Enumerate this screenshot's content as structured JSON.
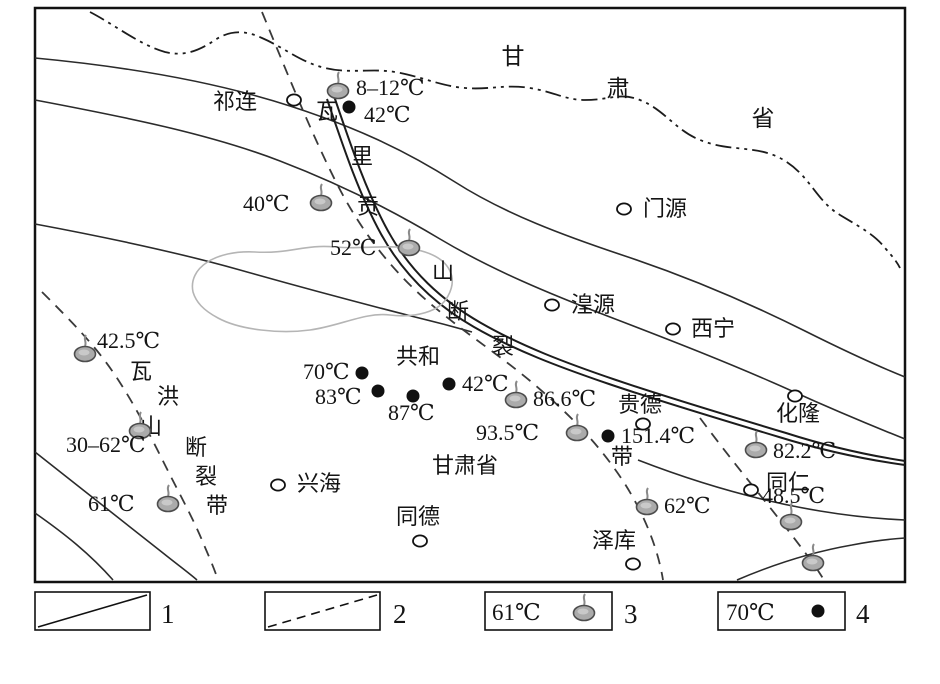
{
  "map": {
    "province": {
      "name": "甘肃省",
      "chars": [
        "甘",
        "肃",
        "省"
      ]
    },
    "region_label": "甘肃省",
    "faults": {
      "ne": {
        "name": "瓦里贡山断裂带",
        "chars": [
          "瓦",
          "里",
          "贡",
          "山",
          "断",
          "裂",
          "带"
        ]
      },
      "sw": {
        "name": "瓦洪山断裂带",
        "chars": [
          "瓦",
          "洪",
          "山",
          "断",
          "裂",
          "带"
        ]
      }
    },
    "cities": [
      {
        "name": "祁连"
      },
      {
        "name": "门源"
      },
      {
        "name": "湟源"
      },
      {
        "name": "西宁"
      },
      {
        "name": "贵德"
      },
      {
        "name": "化隆"
      },
      {
        "name": "共和"
      },
      {
        "name": "兴海"
      },
      {
        "name": "同德"
      },
      {
        "name": "泽库"
      },
      {
        "name": "同仁"
      }
    ],
    "hot_springs": [
      {
        "temp": "8–12℃"
      },
      {
        "temp": "40℃"
      },
      {
        "temp": "52℃"
      },
      {
        "temp": "42.5℃"
      },
      {
        "temp": "30–62℃"
      },
      {
        "temp": "61℃"
      },
      {
        "temp": "86.6℃"
      },
      {
        "temp": "93.5℃"
      },
      {
        "temp": "82.2℃"
      },
      {
        "temp": "62℃"
      },
      {
        "temp": "48.5℃"
      }
    ],
    "wells": [
      {
        "temp": "42℃"
      },
      {
        "temp": "70℃"
      },
      {
        "temp": "83℃"
      },
      {
        "temp": "87℃"
      },
      {
        "temp": "42℃"
      },
      {
        "temp": "151.4℃"
      }
    ],
    "colors": {
      "spring_fill": "#ababab",
      "well_fill": "#111111",
      "lake_outline": "#b5b5b5",
      "line": "#222222"
    }
  },
  "legend": {
    "items": [
      {
        "num": "1",
        "symbol": "boundary-line-icon"
      },
      {
        "num": "2",
        "symbol": "fault-line-icon"
      },
      {
        "num": "3",
        "symbol": "hot-spring-icon",
        "temp": "61℃"
      },
      {
        "num": "4",
        "symbol": "well-icon",
        "temp": "70℃"
      }
    ]
  }
}
